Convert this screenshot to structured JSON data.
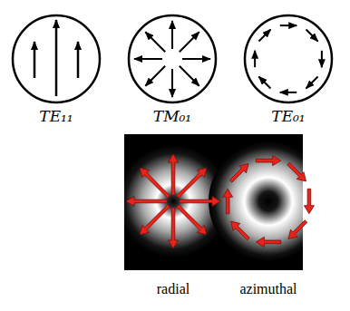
{
  "diagram": {
    "nodes": [
      {
        "text": [
          "TE₁₁"
        ]
      },
      {
        "text": [
          "TM₀₁"
        ]
      },
      {
        "text": [
          "TE₀₁"
        ]
      },
      {
        "text": [
          "radial"
        ]
      },
      {
        "text": [
          "azimuthal"
        ]
      }
    ]
  }
}
